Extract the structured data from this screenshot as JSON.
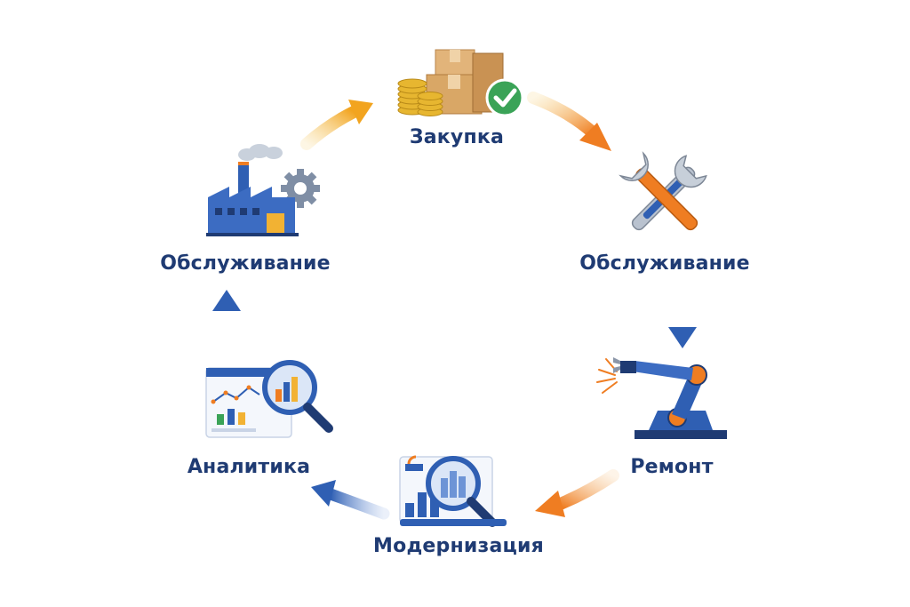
{
  "diagram": {
    "type": "cycle",
    "stages": [
      {
        "id": "purchase",
        "label": "Закупка",
        "icon": "boxes-coins-check-icon"
      },
      {
        "id": "service-right",
        "label": "Обслуживание",
        "icon": "wrenches-icon"
      },
      {
        "id": "repair",
        "label": "Ремонт",
        "icon": "robot-arm-icon"
      },
      {
        "id": "modernization",
        "label": "Модернизация",
        "icon": "chart-magnifier-icon"
      },
      {
        "id": "analytics",
        "label": "Аналитика",
        "icon": "dashboard-magnifier-icon"
      },
      {
        "id": "service-left",
        "label": "Обслуживание",
        "icon": "factory-gear-icon"
      }
    ],
    "colors": {
      "label": "#1f3b73",
      "blue": "#2f5fb3",
      "orange": "#ef7d22",
      "gold": "#f2b233"
    }
  }
}
